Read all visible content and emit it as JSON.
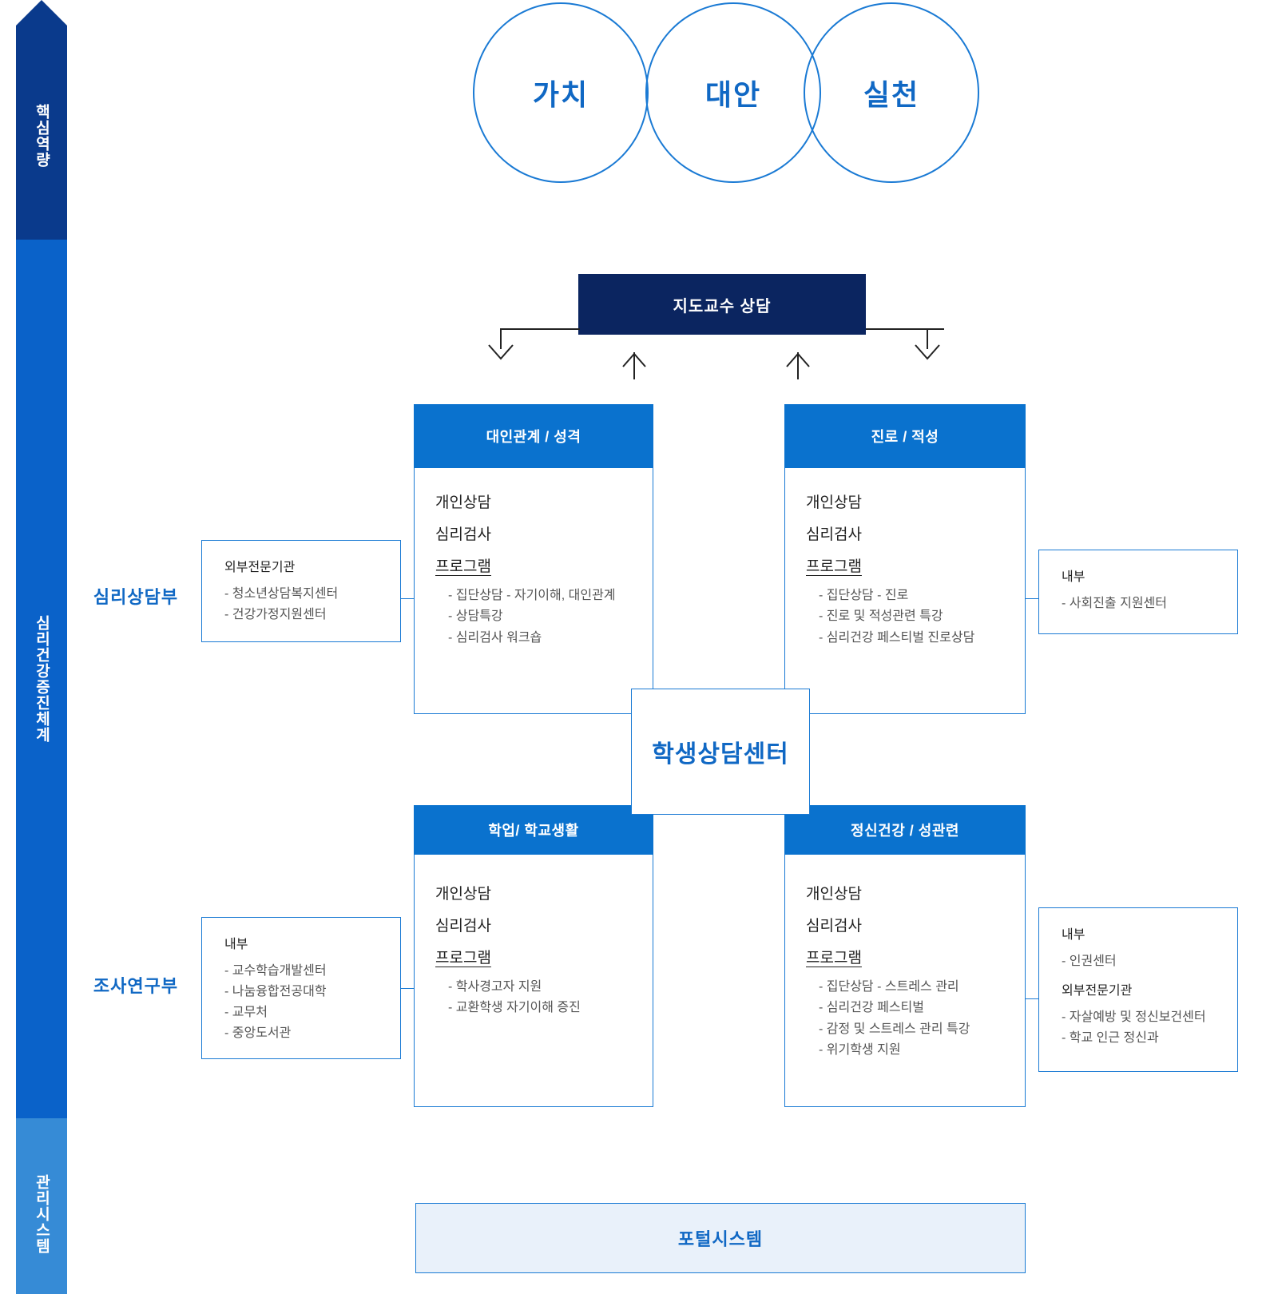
{
  "sidebar": {
    "segments": [
      {
        "label": "핵심역량",
        "color": "#0a3a8c"
      },
      {
        "label": "심리건강증진체계",
        "color": "#0a62c9"
      },
      {
        "label": "관리시스템",
        "color": "#368bd6"
      }
    ]
  },
  "circles": [
    {
      "label": "가치"
    },
    {
      "label": "대안"
    },
    {
      "label": "실천"
    }
  ],
  "top_box": {
    "label": "지도교수 상담"
  },
  "center": {
    "label": "학생상담센터"
  },
  "portal": {
    "label": "포털시스템"
  },
  "departments": {
    "upper": "심리상담부",
    "lower": "조사연구부"
  },
  "panels": [
    {
      "id": "interpersonal",
      "title": "대인관계 / 성격",
      "services": [
        "개인상담",
        "심리검사"
      ],
      "program_label": "프로그램",
      "program_items": [
        "- 집단상담 - 자기이해, 대인관계",
        "- 상담특강",
        "- 심리검사 워크숍"
      ]
    },
    {
      "id": "career",
      "title": "진로 / 적성",
      "services": [
        "개인상담",
        "심리검사"
      ],
      "program_label": "프로그램",
      "program_items": [
        "- 집단상담 - 진로",
        "- 진로 및 적성관련 특강",
        "- 심리건강 페스티벌 진로상담"
      ]
    },
    {
      "id": "academic",
      "title": "학업/ 학교생활",
      "services": [
        "개인상담",
        "심리검사"
      ],
      "program_label": "프로그램",
      "program_items": [
        "- 학사경고자 지원",
        "- 교환학생 자기이해 증진"
      ]
    },
    {
      "id": "mental-health",
      "title": "정신건강 / 성관련",
      "services": [
        "개인상담",
        "심리검사"
      ],
      "program_label": "프로그램",
      "program_items": [
        "- 집단상담 - 스트레스 관리",
        "- 심리건강 페스티벌",
        "- 감정 및 스트레스 관리 특강",
        "- 위기학생 지원"
      ]
    }
  ],
  "side_boxes": [
    {
      "id": "left-upper",
      "groups": [
        {
          "title": "외부전문기관",
          "items": [
            "- 청소년상담복지센터",
            "- 건강가정지원센터"
          ]
        }
      ]
    },
    {
      "id": "right-upper",
      "groups": [
        {
          "title": "내부",
          "items": [
            "- 사회진출 지원센터"
          ]
        }
      ]
    },
    {
      "id": "left-lower",
      "groups": [
        {
          "title": "내부",
          "items": [
            "- 교수학습개발센터",
            "- 나눔융합전공대학",
            "- 교무처",
            "- 중앙도서관"
          ]
        }
      ]
    },
    {
      "id": "right-lower",
      "groups": [
        {
          "title": "내부",
          "items": [
            "- 인권센터"
          ]
        },
        {
          "title": "외부전문기관",
          "items": [
            "- 자살예방 및 정신보건센터",
            "- 학교 인근 정신과"
          ]
        }
      ]
    }
  ],
  "colors": {
    "navy": "#0b2560",
    "brand_blue": "#0a72ce",
    "accent_blue": "#1068c4",
    "line_blue": "#1a7ad4",
    "ribbon_dark": "#0a3a8c",
    "ribbon_mid": "#0a62c9",
    "ribbon_light": "#368bd6",
    "portal_bg": "#e9f1fa"
  }
}
